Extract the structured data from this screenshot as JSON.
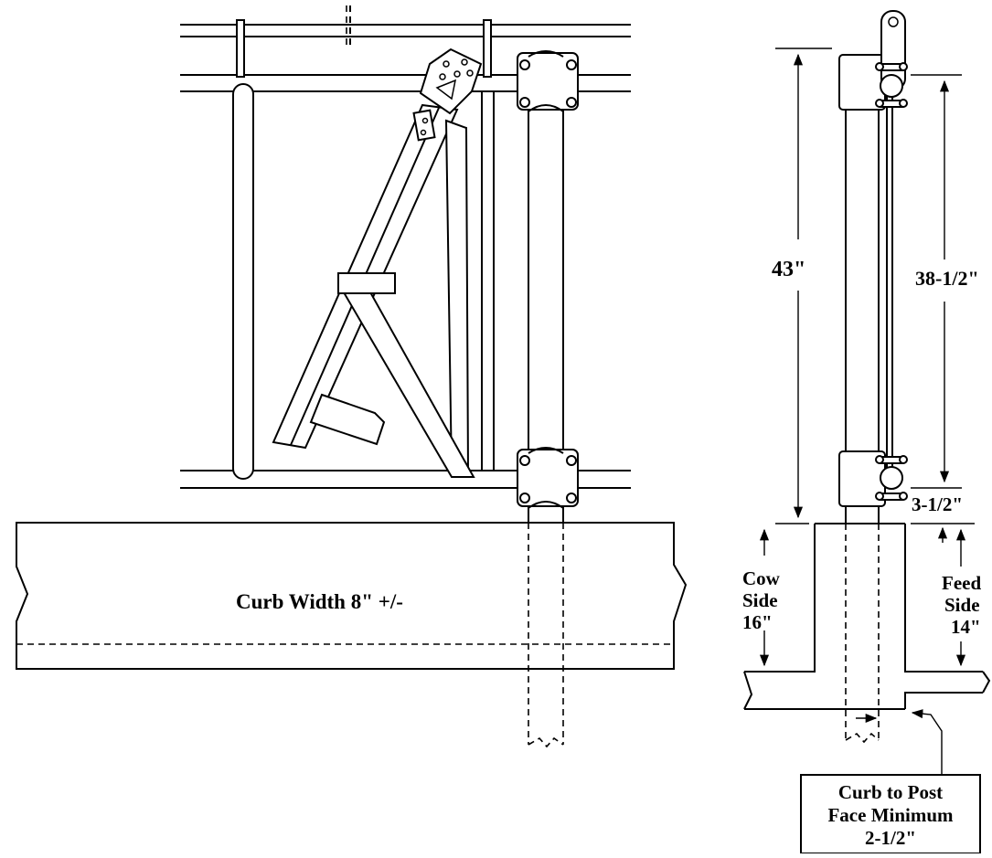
{
  "labels": {
    "curb_width": "Curb Width 8\" +/-",
    "height_43": "43\"",
    "height_38_5": "38-1/2\"",
    "height_3_5": "3-1/2\"",
    "cow_side_line1": "Cow",
    "cow_side_line2": "Side",
    "cow_side_line3": "16\"",
    "feed_side_line1": "Feed",
    "feed_side_line2": "Side",
    "feed_side_line3": "14\"",
    "curb_to_post_line1": "Curb to Post",
    "curb_to_post_line2": "Face Minimum",
    "curb_to_post_line3": "2-1/2\""
  }
}
